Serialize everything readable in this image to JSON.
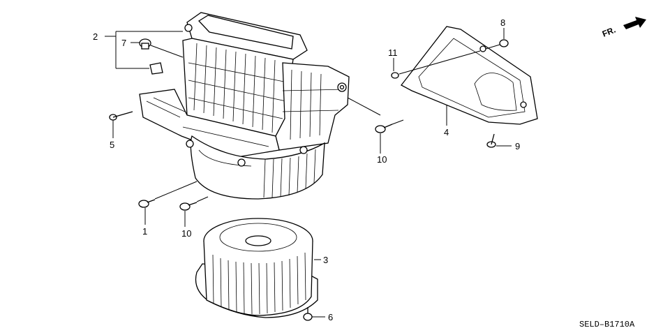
{
  "callouts": {
    "p1": "1",
    "p2": "2",
    "p3": "3",
    "p4": "4",
    "p5": "5",
    "p6": "6",
    "p7": "7",
    "p8": "8",
    "p9": "9",
    "p10a": "10",
    "p10b": "10",
    "p11": "11"
  },
  "direction_label": "FR.",
  "diagram_code": "SELD–B1710A",
  "colors": {
    "ink": "#000000",
    "paper": "#ffffff"
  },
  "icons": {
    "direction": "arrow-icon"
  }
}
